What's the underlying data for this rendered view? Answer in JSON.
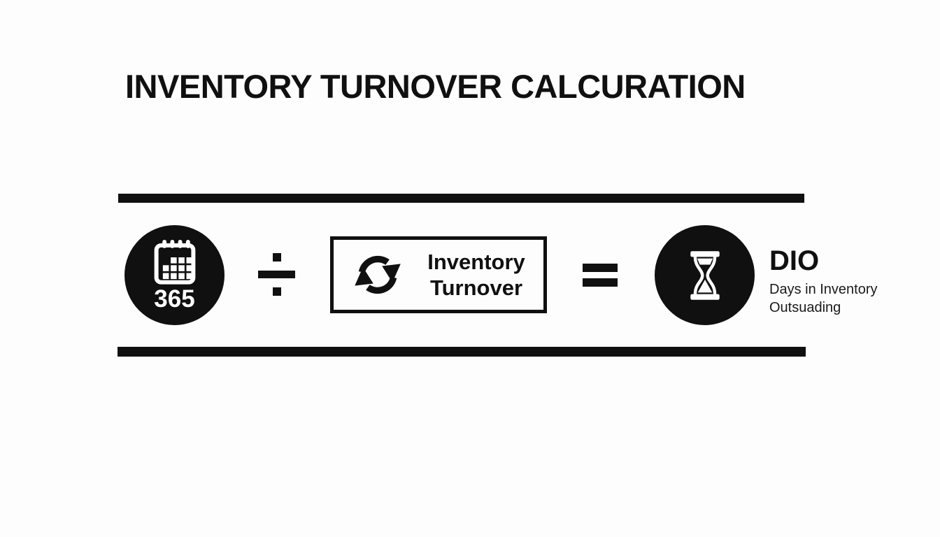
{
  "header": {
    "title": "INVENTORY TURNOVER CALCURATION"
  },
  "formula": {
    "days_circle": {
      "icon": "calendar-icon",
      "value": "365"
    },
    "divide_symbol": "÷",
    "turnover_box": {
      "icon": "sync-arrows-icon",
      "label": "Inventory Turnover"
    },
    "equals_symbol": "=",
    "result": {
      "icon": "hourglass-icon",
      "abbr": "DIO",
      "description": "Days in Inventory Outsuading"
    }
  },
  "colors": {
    "ink": "#101010",
    "background": "#fdfdfd",
    "icon_on_dark": "#ffffff"
  }
}
